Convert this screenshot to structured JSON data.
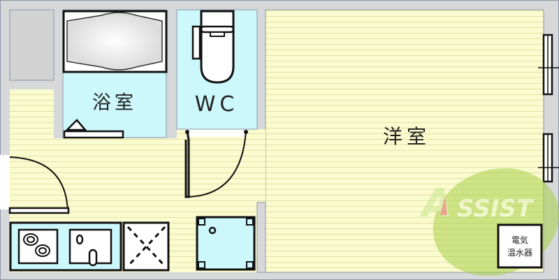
{
  "rooms": {
    "bath": "浴室",
    "toilet": "WC",
    "western_room": "洋室"
  },
  "equipment": {
    "water_heater_line1": "電気",
    "water_heater_line2": "温水器"
  },
  "watermark": "ASSIST",
  "colors": {
    "wall": "#d6d8da",
    "floor": "#fbfbd0",
    "floor_lines": "#e6e2a8",
    "wet_area": "#ccf8fc",
    "outline": "#111111",
    "watermark": "#9ccc3c"
  }
}
